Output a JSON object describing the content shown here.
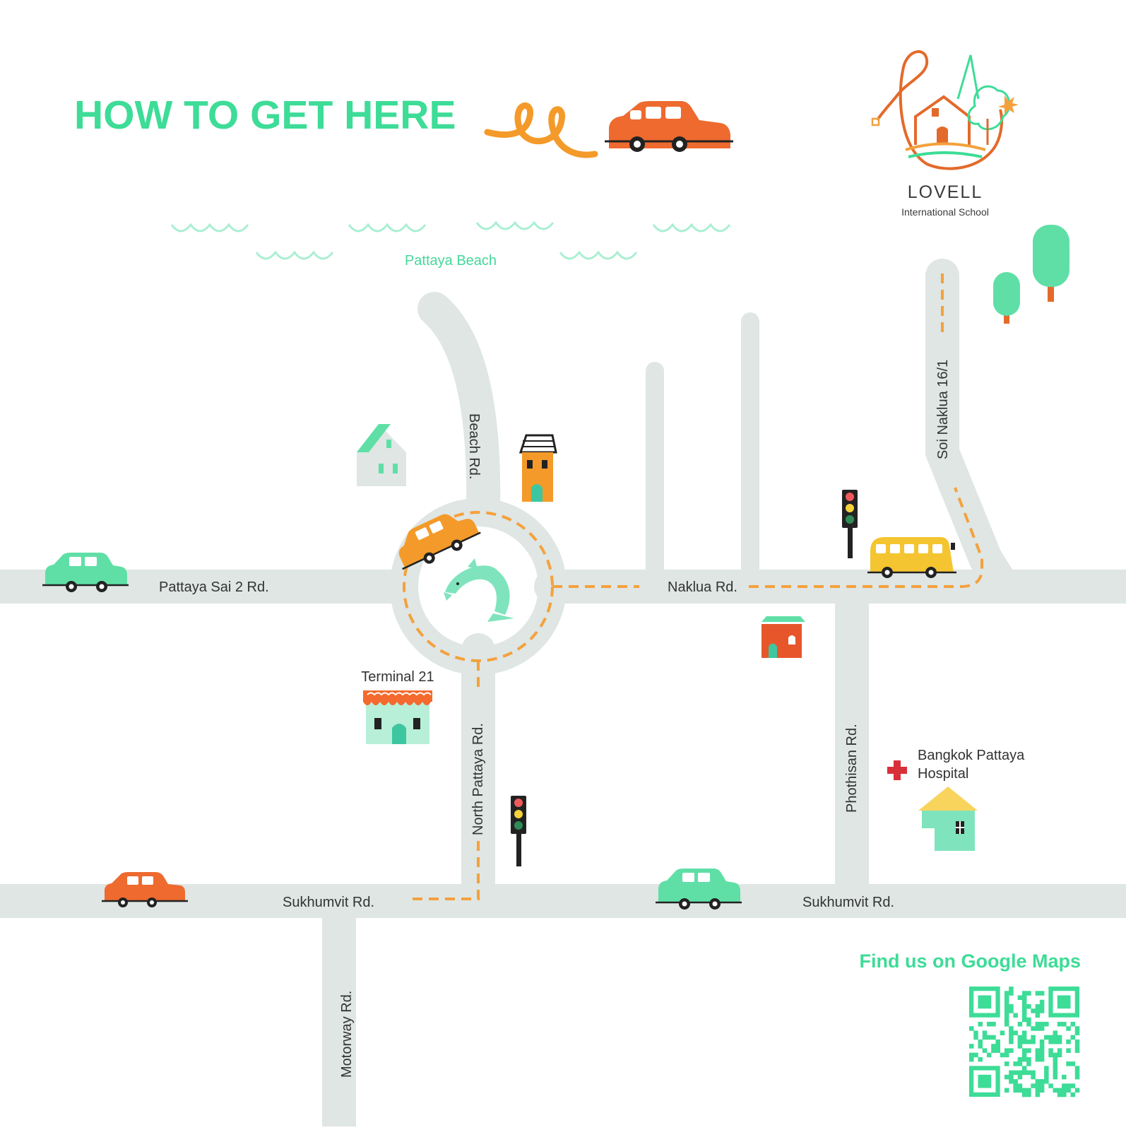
{
  "heading": "HOW TO GET HERE",
  "logo": {
    "name": "LOVELL",
    "subtitle": "International School"
  },
  "water_label": "Pattaya Beach",
  "roads": {
    "beach": "Beach Rd.",
    "pattaya_sai_2": "Pattaya Sai 2 Rd.",
    "naklua": "Naklua Rd.",
    "soi_naklua": "Soi Naklua 16/1",
    "north_pattaya": "North Pattaya Rd.",
    "phothisan": "Phothisan Rd.",
    "sukhumvit_left": "Sukhumvit Rd.",
    "sukhumvit_right": "Sukhumvit Rd.",
    "motorway": "Motorway Rd."
  },
  "landmarks": {
    "terminal": "Terminal 21",
    "hospital_line1": "Bangkok Pattaya",
    "hospital_line2": "Hospital"
  },
  "google_maps": {
    "label": "Find us on Google Maps"
  },
  "colors": {
    "accent_green": "#3ddc97",
    "car_orange": "#ee6a2f",
    "route_orange": "#f4a13d",
    "road_grey": "#dfe6e4",
    "mint": "#5fdfa6",
    "bus_yellow": "#f4c531"
  },
  "icons": [
    "car-icon",
    "bus-icon",
    "traffic-light-icon",
    "house-icon",
    "dolphin-icon",
    "tree-icon",
    "hospital-cross-icon",
    "qr-code"
  ]
}
